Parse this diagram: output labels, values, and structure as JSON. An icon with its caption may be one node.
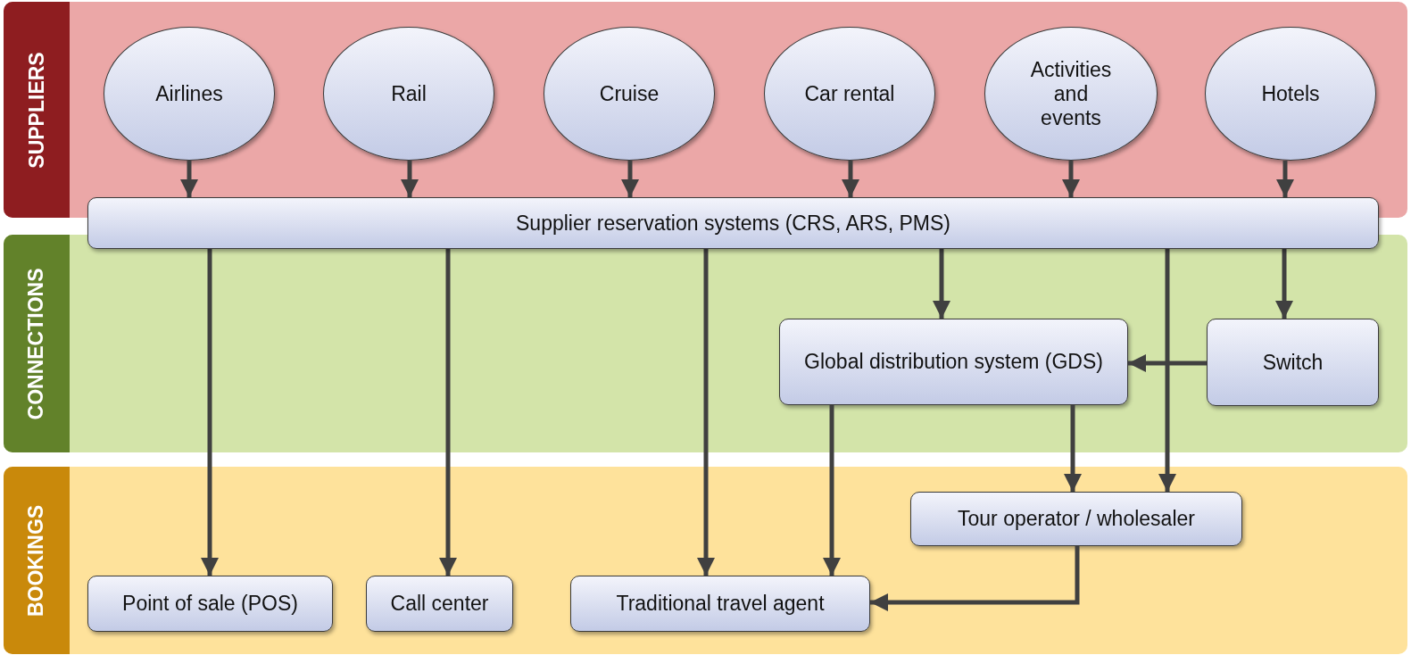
{
  "diagram": {
    "nodes": [
      {
        "text": [
          "SUPPLIERS"
        ]
      },
      {
        "text": [
          "Airlines"
        ],
        "in": 0
      },
      {
        "text": [
          "Rail"
        ],
        "in": 0
      },
      {
        "text": [
          "Cruise"
        ],
        "in": 0
      },
      {
        "text": [
          "Car rental"
        ],
        "in": 0
      },
      {
        "text": [
          "Activities and events"
        ],
        "in": 0
      },
      {
        "text": [
          "Hotels"
        ],
        "in": 0
      },
      {
        "text": [
          "Supplier reservation systems (CRS, ARS, PMS)"
        ]
      },
      {
        "text": [
          "CONNECTIONS"
        ]
      },
      {
        "text": [
          "Global distribution system (GDS)"
        ],
        "in": 8
      },
      {
        "text": [
          "Switch"
        ],
        "in": 8
      },
      {
        "text": [
          "BOOKINGS"
        ]
      },
      {
        "text": [
          "Tour operator / wholesaler"
        ],
        "in": 11
      },
      {
        "text": [
          "Point of sale (POS)"
        ],
        "in": 11
      },
      {
        "text": [
          "Call center"
        ],
        "in": 11
      },
      {
        "text": [
          "Traditional travel agent"
        ],
        "in": 11
      }
    ],
    "edges": [
      {
        "from": 1,
        "to": 7,
        "arrow": "to"
      },
      {
        "from": 2,
        "to": 7,
        "arrow": "to"
      },
      {
        "from": 3,
        "to": 7,
        "arrow": "to"
      },
      {
        "from": 4,
        "to": 7,
        "arrow": "to"
      },
      {
        "from": 5,
        "to": 7,
        "arrow": "to"
      },
      {
        "from": 6,
        "to": 7,
        "arrow": "to"
      },
      {
        "from": 7,
        "to": 13,
        "arrow": "to"
      },
      {
        "from": 7,
        "to": 14,
        "arrow": "to"
      },
      {
        "from": 7,
        "to": 15,
        "arrow": "to"
      },
      {
        "from": 7,
        "to": 9,
        "arrow": "to"
      },
      {
        "from": 7,
        "to": 12,
        "arrow": "to"
      },
      {
        "from": 7,
        "to": 10,
        "arrow": "to"
      },
      {
        "from": 10,
        "to": 9,
        "arrow": "to"
      },
      {
        "from": 9,
        "to": 15,
        "arrow": "to"
      },
      {
        "from": 9,
        "to": 12,
        "arrow": "to"
      },
      {
        "from": 12,
        "to": 15,
        "arrow": "to"
      }
    ]
  }
}
